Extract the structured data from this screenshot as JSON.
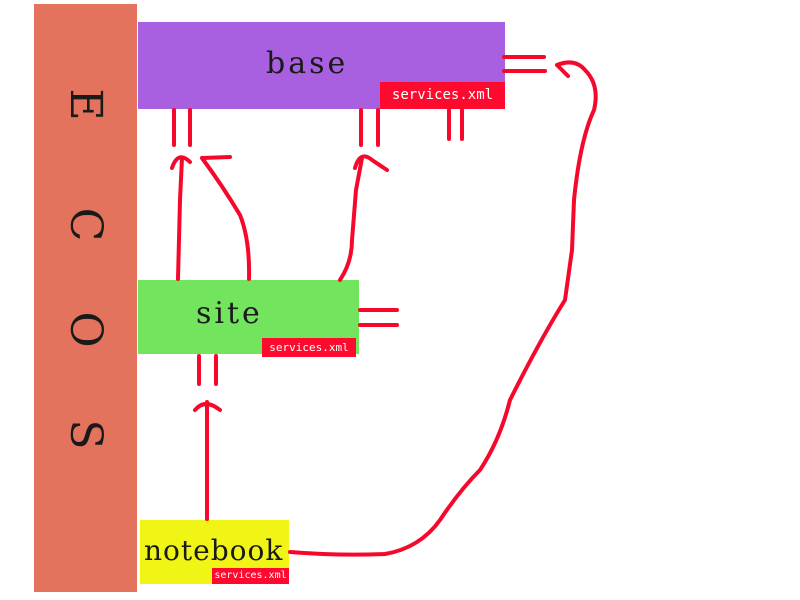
{
  "sidebar": {
    "letters": [
      "E",
      "C",
      "O",
      "S"
    ]
  },
  "modules": {
    "base": {
      "label": "base",
      "file": "services.xml"
    },
    "site": {
      "label": "site",
      "file": "services.xml"
    },
    "notebook": {
      "label": "notebook",
      "file": "services.xml"
    }
  },
  "colors": {
    "ecos": "#E4735E",
    "base": "#A85FE0",
    "site": "#72E45E",
    "notebook": "#F0F516",
    "arrow": "#F5082C"
  }
}
